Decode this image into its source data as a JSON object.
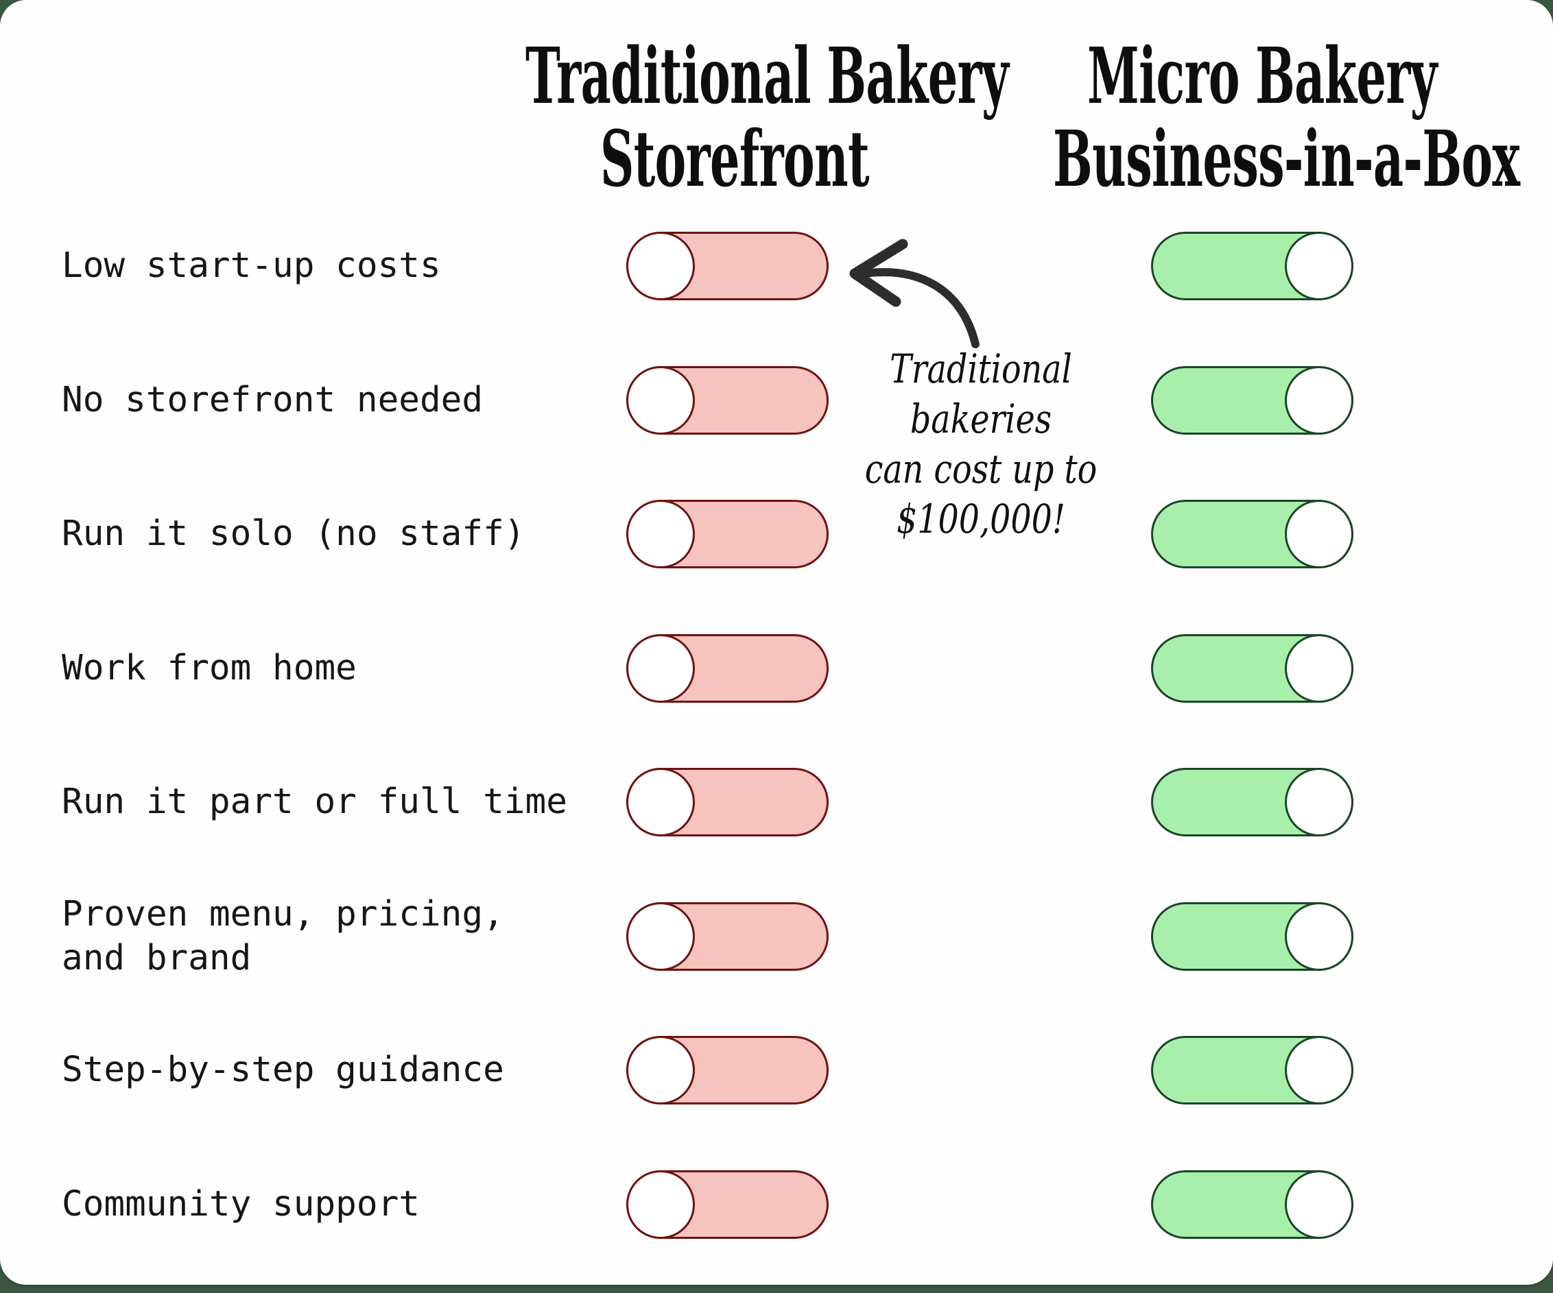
{
  "columns": {
    "traditional": {
      "title_line1": "Traditional Bakery",
      "title_line2": "Storefront",
      "toggle_state": "off"
    },
    "micro": {
      "title_line1": "Micro Bakery",
      "title_line2": "Business-in-a-Box",
      "toggle_state": "on"
    }
  },
  "rows": [
    {
      "label": "Low start-up costs",
      "traditional": "off",
      "micro": "on"
    },
    {
      "label": "No storefront needed",
      "traditional": "off",
      "micro": "on"
    },
    {
      "label": "Run it solo (no staff)",
      "traditional": "off",
      "micro": "on"
    },
    {
      "label": "Work from home",
      "traditional": "off",
      "micro": "on"
    },
    {
      "label": "Run it part or full time",
      "traditional": "off",
      "micro": "on"
    },
    {
      "label": "Proven menu, pricing,",
      "label2": "and brand",
      "traditional": "off",
      "micro": "on"
    },
    {
      "label": "Step-by-step guidance",
      "traditional": "off",
      "micro": "on"
    },
    {
      "label": "Community support",
      "traditional": "off",
      "micro": "on"
    }
  ],
  "annotation": {
    "line1": "Traditional",
    "line2": "bakeries",
    "line3": "can cost up to",
    "line4": "$100,000!"
  },
  "colors": {
    "toggle-off-fill": "#f6c3bf",
    "toggle-off-border": "#6e1310",
    "toggle-on-fill": "#a9efac",
    "toggle-on-border": "#1a4527",
    "arrow": "#2d2d2d",
    "card-bg": "#fefefe",
    "page-bg": "#3c5741"
  }
}
